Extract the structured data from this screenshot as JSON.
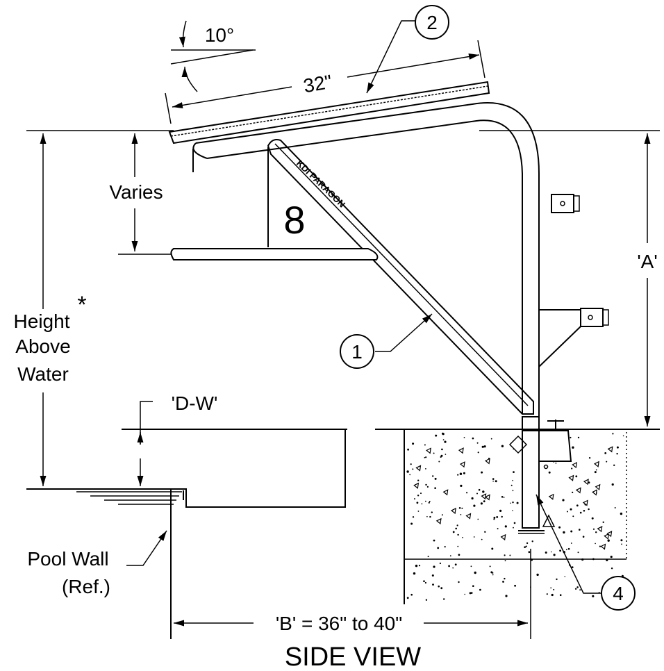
{
  "labels": {
    "angle": "10°",
    "tread_length": "32\"",
    "varies": "Varies",
    "height_line1": "Height",
    "height_line2": "Above",
    "height_line3": "Water",
    "asterisk": "*",
    "dim_a": "'A'",
    "dim_dw": "'D-W'",
    "pool_wall_line1": "Pool Wall",
    "pool_wall_line2": "(Ref.)",
    "dim_b": "'B' = 36\" to 40\"",
    "view_title": "SIDE VIEW",
    "brand": "KDI PARAGON",
    "board_number": "8"
  },
  "callouts": [
    "1",
    "2",
    "4"
  ]
}
